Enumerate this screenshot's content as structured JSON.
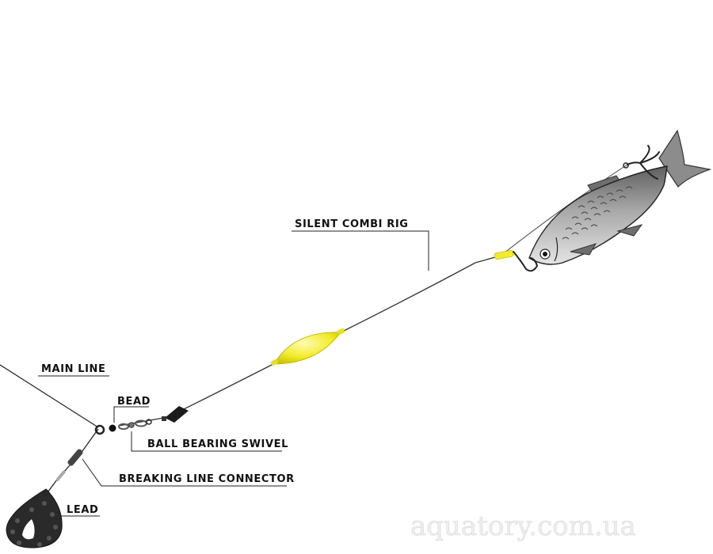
{
  "labels": {
    "silent_combi_rig": "SILENT COMBI RIG",
    "main_line": "MAIN LINE",
    "bead": "BEAD",
    "ball_bearing_swivel": "BALL BEARING SWIVEL",
    "breaking_line_connector": "BREAKING LINE CONNECTOR",
    "lead": "LEAD"
  },
  "watermark": "aquatory.com.ua",
  "colors": {
    "float": "#f2ec2a",
    "lead": "#2a2a2a",
    "fish_body": "#9a9a9a",
    "line": "#333333"
  },
  "icons": [
    "fish-icon",
    "treble-hook-icon",
    "single-hook-icon",
    "float-icon",
    "lead-weight-icon",
    "swivel-icon",
    "bead-icon",
    "line-stopper-icon"
  ]
}
